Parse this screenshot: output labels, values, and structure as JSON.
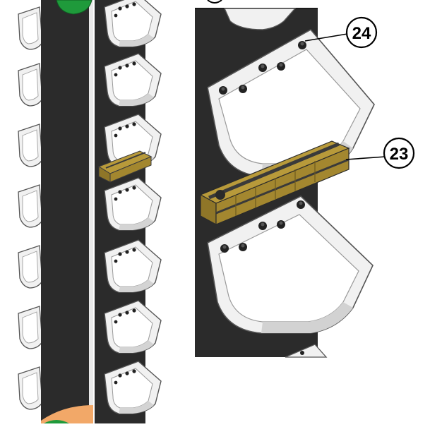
{
  "callouts": [
    {
      "id": "24",
      "label": "24"
    },
    {
      "id": "23",
      "label": "23"
    }
  ],
  "colors": {
    "belt": "#2b2b2b",
    "belt_edge": "#1a1a1a",
    "bucket_fill": "#f1f1f1",
    "bucket_inner": "#ffffff",
    "bucket_shadow": "#c9c9c9",
    "bucket_stroke": "#555555",
    "bolt": "#222222",
    "clamp_top": "#b89a3a",
    "clamp_front": "#8f7628",
    "clamp_bar": "#3a3a3a",
    "pulley_green": "#1f9a3b",
    "pulley_orange": "#f2a868",
    "callout_stroke": "#000000"
  }
}
